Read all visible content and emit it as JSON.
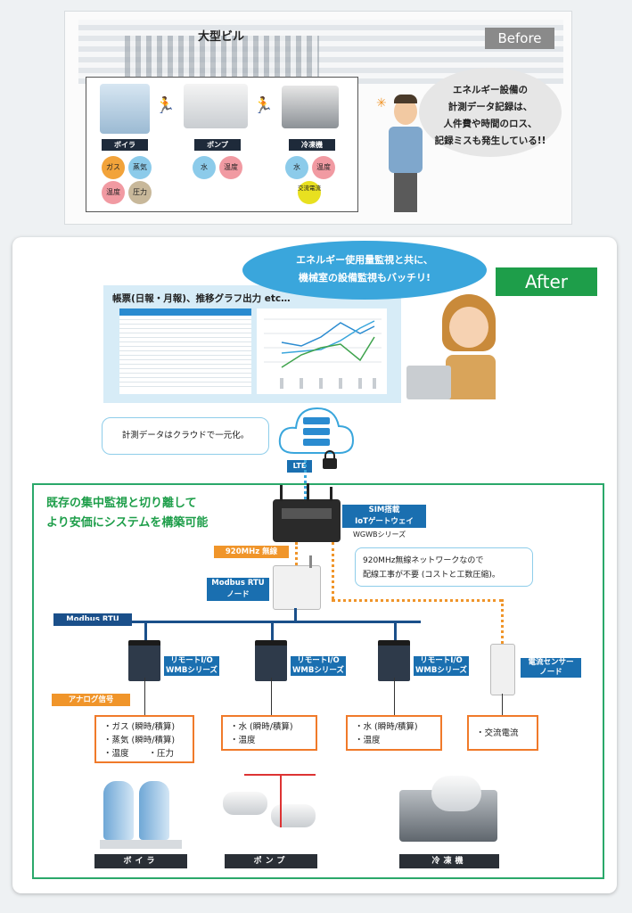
{
  "before": {
    "badge": "Before",
    "building_title": "大型ビル",
    "equipment": [
      {
        "label": "ボイラ",
        "tags": [
          "ガス",
          "蒸気",
          "温度",
          "圧力"
        ]
      },
      {
        "label": "ポンプ",
        "tags": [
          "水",
          "温度"
        ]
      },
      {
        "label": "冷凍機",
        "tags": [
          "水",
          "温度",
          "交流電流"
        ]
      }
    ],
    "bubble": [
      "エネルギー設備の",
      "計測データ記録は、",
      "人件費や時間のロス、",
      "記録ミスも発生している!!"
    ]
  },
  "after": {
    "badge": "After",
    "bubble": [
      "エネルギー使用量監視と共に、",
      "機械室の設備監視もバッチリ!"
    ],
    "report_title": "帳票(日報・月報)、推移グラフ出力 etc…",
    "cloud_note": "計測データはクラウドで一元化。",
    "lte": "LTE",
    "headline": [
      "既存の集中監視と切り離して",
      "より安価にシステムを構築可能"
    ],
    "gateway_label": [
      "SIM搭載",
      "IoTゲートウェイ"
    ],
    "gateway_series": "WGWBシリーズ",
    "m920": "920MHz 無線",
    "wireless_note": [
      "920MHz無線ネットワークなので",
      "配線工事が不要 (コストと工数圧縮)。"
    ],
    "rtu_node": [
      "Modbus RTU",
      "ノード"
    ],
    "modbus": "Modbus RTU",
    "wmb_label": [
      "リモートI/O",
      "WMBシリーズ"
    ],
    "analog": "アナログ信号",
    "sensor_label": [
      "電流センサー",
      "ノード"
    ],
    "measure_boxes": [
      [
        "・ガス (瞬時/積算)",
        "・蒸気 (瞬時/積算)",
        "・温度　　 ・圧力"
      ],
      [
        "・水 (瞬時/積算)",
        "・温度"
      ],
      [
        "・水 (瞬時/積算)",
        "・温度"
      ],
      [
        "・交流電流"
      ]
    ],
    "equipment_labels": [
      "ボイラ",
      "ポンプ",
      "冷凍機"
    ]
  },
  "colors": {
    "green": "#1e9e4a",
    "blue": "#1a6fb0",
    "orange": "#f0952a"
  },
  "icons": {
    "lock": "lock-icon",
    "cloud": "cloud-icon",
    "runner": "running-person-icon"
  }
}
